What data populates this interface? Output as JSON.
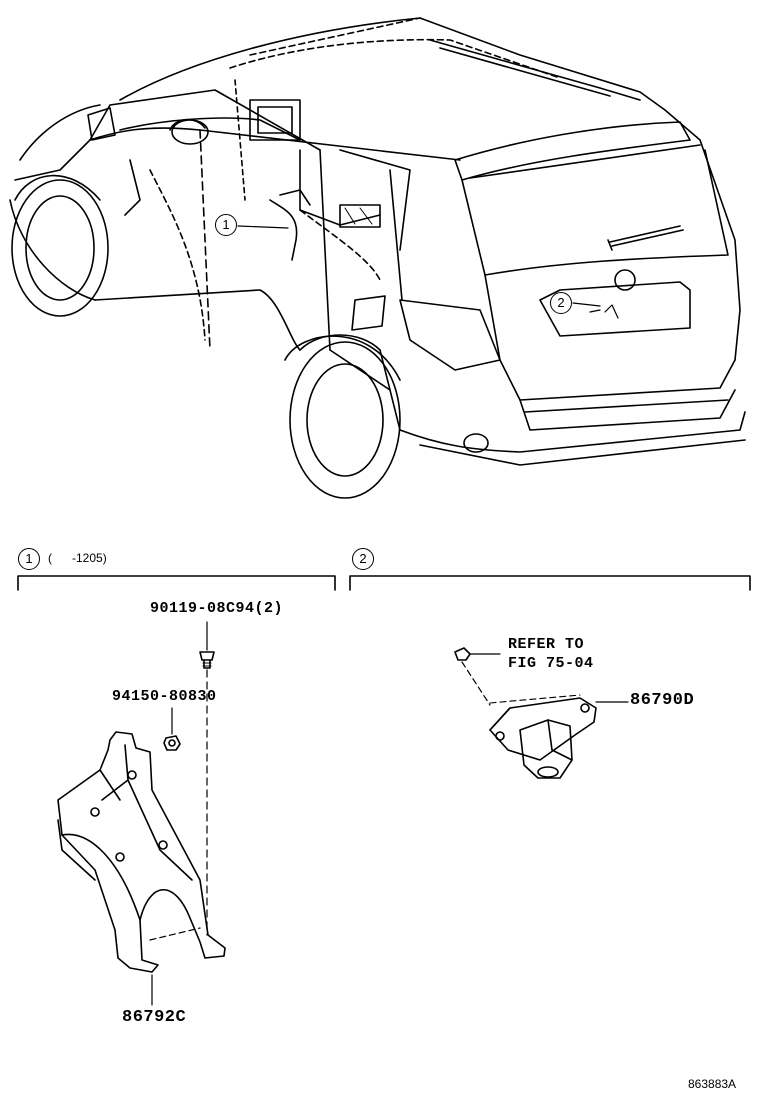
{
  "callouts": {
    "one": "1",
    "two": "2"
  },
  "section1": {
    "number": "1",
    "note": "(      -1205)"
  },
  "section2": {
    "number": "2"
  },
  "parts": {
    "bolt": "90119-08C94(2)",
    "nut": "94150-80830",
    "bracket": "86792C",
    "camera": "86790D",
    "refer_line1": "REFER TO",
    "refer_line2": "FIG 75-04"
  },
  "figure_id": "863883A"
}
